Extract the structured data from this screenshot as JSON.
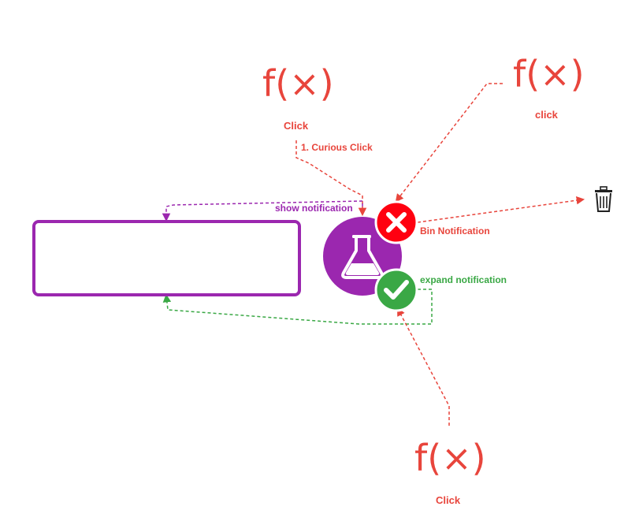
{
  "colors": {
    "red": "#e8453c",
    "purple": "#9b27af",
    "green": "#3aa845",
    "close_red": "#ff0010",
    "bin": "#222222"
  },
  "functions": [
    {
      "symbol": "f(×)",
      "label": "Click"
    },
    {
      "symbol": "f(×)",
      "label": "click"
    },
    {
      "symbol": "f(×)",
      "label": "Click"
    }
  ],
  "edges": {
    "curious_click": "1. Curious Click",
    "show_notification": "show notification",
    "bin_notification": "Bin Notification",
    "expand_notification": "expand notification"
  },
  "nodes": {
    "flask_icon": "flask-icon",
    "close_icon": "close-icon",
    "check_icon": "check-icon",
    "bin_icon": "trash-icon",
    "notification_panel": ""
  }
}
